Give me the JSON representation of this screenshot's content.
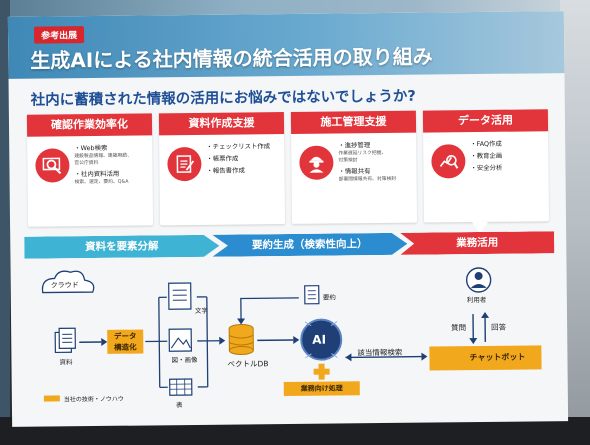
{
  "header": {
    "badge": "参考出展",
    "title": "生成AIによる社内情報の統合活用の取り組み"
  },
  "subtitle": "社内に蓄積された情報の活用にお悩みではないでしょうか?",
  "cards": [
    {
      "title": "確認作業効率化",
      "icon": "search-icon",
      "lines": [
        {
          "text": "・Web検索",
          "size": "normal"
        },
        {
          "text": "建設製品情報、建築用語、",
          "size": "small"
        },
        {
          "text": "官公庁資料",
          "size": "small"
        },
        {
          "text": "・社内資料活用",
          "size": "normal"
        },
        {
          "text": "検索、選定、要約、Q&A",
          "size": "small"
        }
      ]
    },
    {
      "title": "資料作成支援",
      "icon": "checklist-icon",
      "lines": [
        {
          "text": "・チェックリスト作成",
          "size": "normal"
        },
        {
          "text": "・帳票作成",
          "size": "normal"
        },
        {
          "text": "・報告書作成",
          "size": "normal"
        }
      ]
    },
    {
      "title": "施工管理支援",
      "icon": "worker-icon",
      "lines": [
        {
          "text": "・進捗管理",
          "size": "normal"
        },
        {
          "text": "作業遅延リスク把握、",
          "size": "small"
        },
        {
          "text": "対策検討",
          "size": "small"
        },
        {
          "text": "・情報共有",
          "size": "normal"
        },
        {
          "text": "部署間情報共有、対策検討",
          "size": "small"
        }
      ]
    },
    {
      "title": "データ活用",
      "icon": "analytics-icon",
      "lines": [
        {
          "text": "・FAQ作成",
          "size": "normal"
        },
        {
          "text": "・教育企画",
          "size": "normal"
        },
        {
          "text": "・安全分析",
          "size": "normal"
        }
      ]
    }
  ],
  "process": {
    "step1": "資料を要素分解",
    "step2": "要約生成（検索性向上）",
    "step3": "業務活用"
  },
  "diagram": {
    "cloud": "クラウド",
    "document": "資料",
    "data_structuring": "データ\n構造化",
    "text": "文字",
    "image": "図・画像",
    "table": "表",
    "vector_db": "ベクトルDB",
    "ai": "AI",
    "summary": "要約",
    "business_processing": "業務向け処理",
    "search_label": "該当情報検索",
    "chatbot": "チャットボット",
    "user": "利用者",
    "question": "質問",
    "answer": "回答",
    "legend": "当社の技術・ノウハウ"
  },
  "colors": {
    "red": "#e2353b",
    "orange": "#f2a81d",
    "navy": "#1f3f76",
    "blue": "#2b8cd0",
    "cyan": "#3eb3d3"
  }
}
